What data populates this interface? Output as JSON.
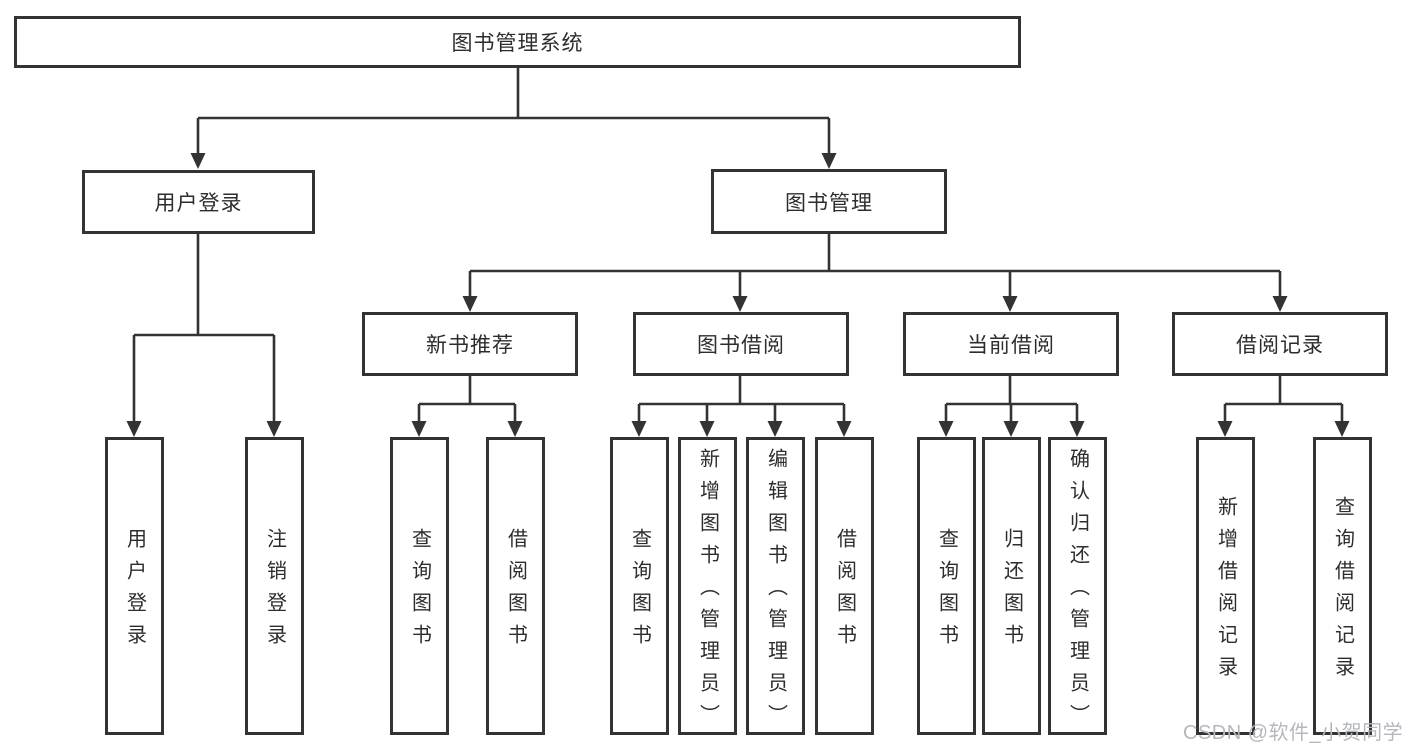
{
  "tree": {
    "label": "图书管理系统",
    "children": [
      {
        "label": "用户登录",
        "children": [
          {
            "label": "用户登录"
          },
          {
            "label": "注销登录"
          }
        ]
      },
      {
        "label": "图书管理",
        "children": [
          {
            "label": "新书推荐",
            "children": [
              {
                "label": "查询图书"
              },
              {
                "label": "借阅图书"
              }
            ]
          },
          {
            "label": "图书借阅",
            "children": [
              {
                "label": "查询图书"
              },
              {
                "label": "新增图书（管理员）"
              },
              {
                "label": "编辑图书（管理员）"
              },
              {
                "label": "借阅图书"
              }
            ]
          },
          {
            "label": "当前借阅",
            "children": [
              {
                "label": "查询图书"
              },
              {
                "label": "归还图书"
              },
              {
                "label": "确认归还（管理员）"
              }
            ]
          },
          {
            "label": "借阅记录",
            "children": [
              {
                "label": "新增借阅记录"
              },
              {
                "label": "查询借阅记录"
              }
            ]
          }
        ]
      }
    ]
  },
  "watermark": "CSDN @软件_小贺同学",
  "colors": {
    "line": "#333333",
    "text": "#2d2d2d",
    "watermark": "#b4b8be",
    "background": "#ffffff"
  }
}
